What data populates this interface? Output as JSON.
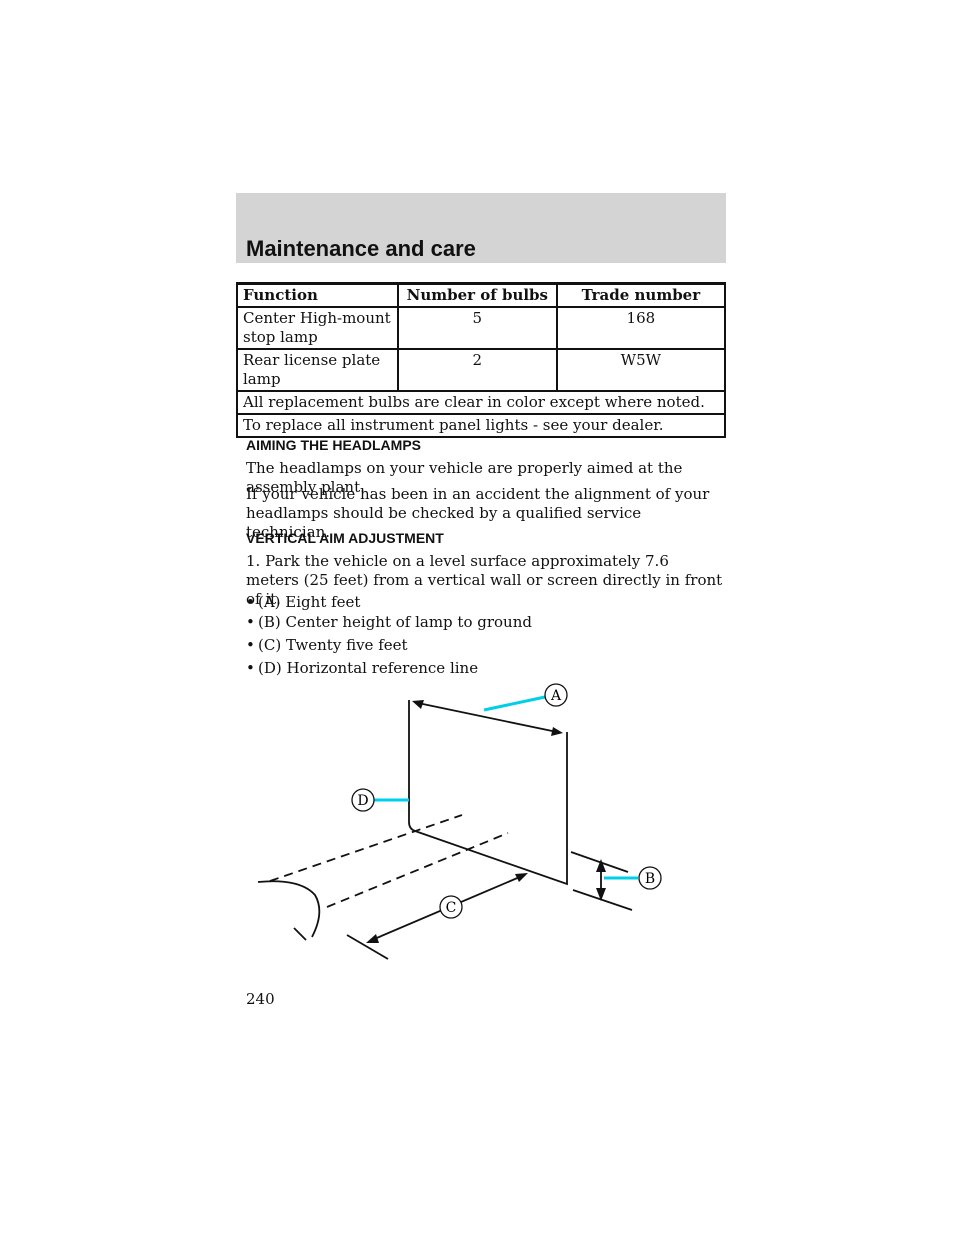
{
  "header": {
    "title": "Maintenance and care"
  },
  "table": {
    "headers": [
      "Function",
      "Number of bulbs",
      "Trade number"
    ],
    "rows": [
      {
        "function_l1": "Center High-mount",
        "function_l2": "stop lamp",
        "bulbs": "5",
        "trade": "168"
      },
      {
        "function_l1": "Rear license plate",
        "function_l2": "lamp",
        "bulbs": "2",
        "trade": "W5W"
      }
    ],
    "notes": [
      "All replacement bulbs are clear in color except where noted.",
      "To replace all instrument panel lights - see your dealer."
    ]
  },
  "aiming": {
    "heading": "AIMING THE HEADLAMPS",
    "p1": "The headlamps on your vehicle are properly aimed at the assembly plant.",
    "p2": "If your vehicle has been in an accident the alignment of your headlamps should be checked by a qualified service technician."
  },
  "vertical": {
    "heading": "VERTICAL AIM ADJUSTMENT",
    "step1": "1. Park the vehicle on a level surface approximately 7.6 meters (25 feet) from a vertical wall or screen directly in front of it.",
    "bullet_char": "•",
    "bullets": [
      "(A) Eight feet",
      "(B) Center height of lamp to ground",
      "(C) Twenty five feet",
      "(D) Horizontal reference line"
    ]
  },
  "diagram": {
    "labels": {
      "a": "A",
      "b": "B",
      "c": "C",
      "d": "D"
    },
    "line_color": "#111111",
    "callout_color": "#00cfe8"
  },
  "page": {
    "number": "240"
  }
}
